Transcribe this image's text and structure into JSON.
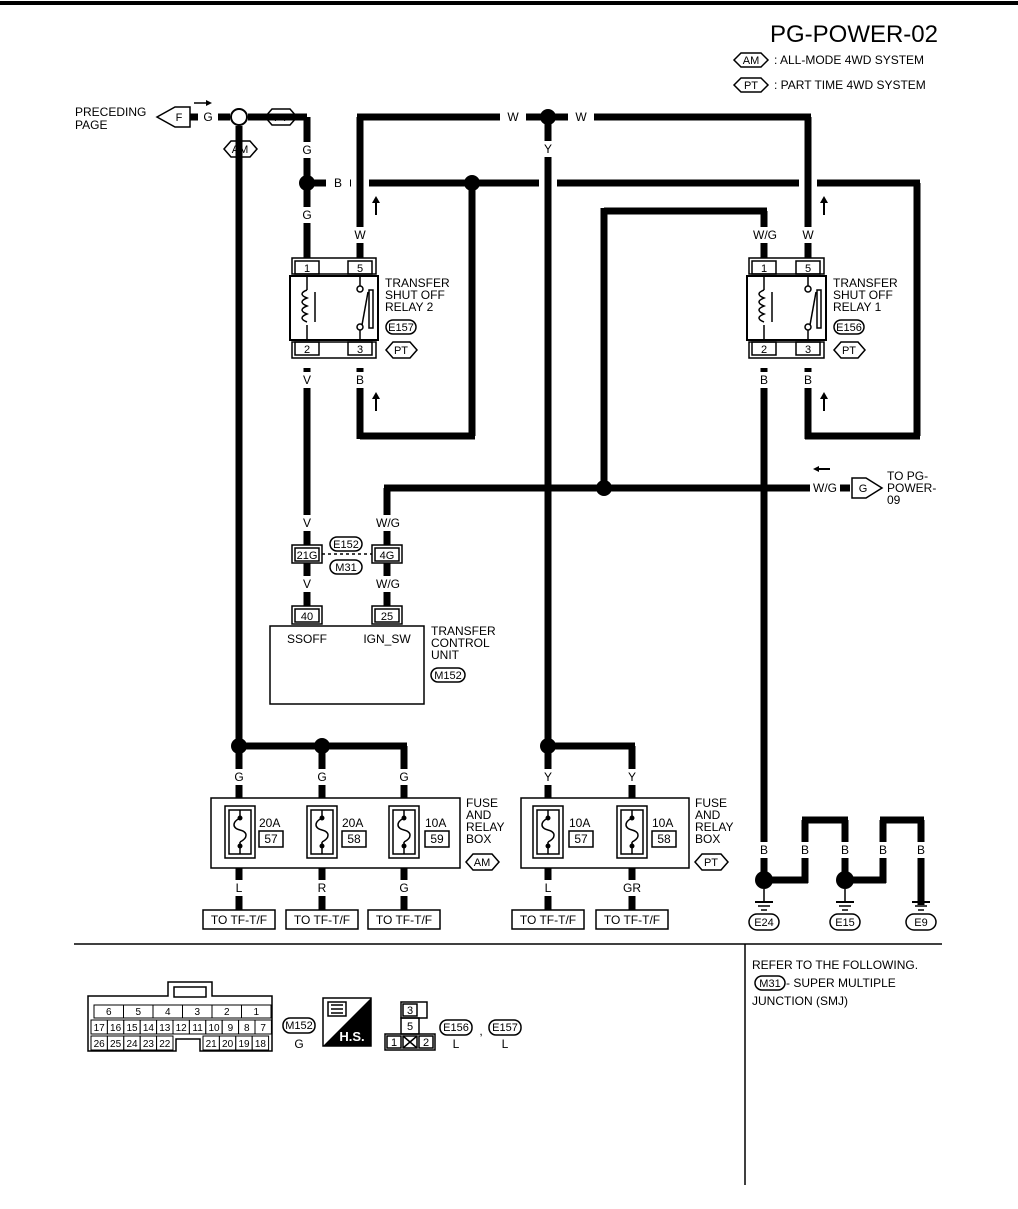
{
  "title": "PG-POWER-02",
  "legend": [
    {
      "tag": "AM",
      "text": ": ALL-MODE 4WD SYSTEM"
    },
    {
      "tag": "PT",
      "text": ": PART TIME 4WD SYSTEM"
    }
  ],
  "preceding": {
    "line1": "PRECEDING",
    "line2": "PAGE",
    "tag": "F"
  },
  "to_page": {
    "line1": "TO PG-",
    "line2": "POWER-",
    "line3": "09",
    "tag": "G"
  },
  "wire_colors": {
    "g": "G",
    "w": "W",
    "y": "Y",
    "b": "B",
    "v": "V",
    "wg": "W/G",
    "l": "L",
    "r": "R",
    "gr": "GR"
  },
  "tags": {
    "am": "AM",
    "pt": "PT"
  },
  "relay2": {
    "name": [
      "TRANSFER",
      "SHUT OFF",
      "RELAY 2"
    ],
    "connector": "E157",
    "pins": [
      "1",
      "5",
      "2",
      "3"
    ]
  },
  "relay1": {
    "name": [
      "TRANSFER",
      "SHUT OFF",
      "RELAY 1"
    ],
    "connector": "E156",
    "pins": [
      "1",
      "5",
      "2",
      "3"
    ]
  },
  "joint": {
    "pin_a": "21G",
    "pin_b": "4G",
    "conn_top": "E152",
    "conn_bottom": "M31"
  },
  "tcu": {
    "name": [
      "TRANSFER",
      "CONTROL",
      "UNIT"
    ],
    "connector": "M152",
    "pins": [
      {
        "pin": "40",
        "label": "SSOFF"
      },
      {
        "pin": "25",
        "label": "IGN_SW"
      }
    ]
  },
  "fuse_box_am": {
    "name": [
      "FUSE",
      "AND",
      "RELAY",
      "BOX"
    ],
    "tag": "AM",
    "fuses": [
      {
        "rating": "20A",
        "num": "57",
        "in": "G",
        "out": "L"
      },
      {
        "rating": "20A",
        "num": "58",
        "in": "G",
        "out": "R"
      },
      {
        "rating": "10A",
        "num": "59",
        "in": "G",
        "out": "G"
      }
    ]
  },
  "fuse_box_pt": {
    "name": [
      "FUSE",
      "AND",
      "RELAY",
      "BOX"
    ],
    "tag": "PT",
    "fuses": [
      {
        "rating": "10A",
        "num": "57",
        "in": "Y",
        "out": "L"
      },
      {
        "rating": "10A",
        "num": "58",
        "in": "Y",
        "out": "GR"
      }
    ]
  },
  "destinations": [
    "TO TF-T/F",
    "TO TF-T/F",
    "TO TF-T/F",
    "TO TF-T/F",
    "TO TF-T/F"
  ],
  "grounds": [
    "E24",
    "E15",
    "E9"
  ],
  "refer": {
    "line1": "REFER TO THE FOLLOWING.",
    "conn": "M31",
    "line2": " - SUPER MULTIPLE",
    "line3": "JUNCTION (SMJ)"
  },
  "connector_views": {
    "m152": {
      "label": "M152",
      "color": "G",
      "row1": [
        "6",
        "5",
        "4",
        "3",
        "2",
        "1"
      ],
      "row2": [
        "17",
        "16",
        "15",
        "14",
        "13",
        "12",
        "11",
        "10",
        "9",
        "8",
        "7"
      ],
      "row3": [
        "26",
        "25",
        "24",
        "23",
        "22",
        "21",
        "20",
        "19",
        "18"
      ]
    },
    "hs": "H.S.",
    "relay_conn": {
      "pins": [
        "3",
        "5",
        "1",
        "2"
      ],
      "conn_a": "E156",
      "conn_b": "E157",
      "color_a": "L",
      "color_b": "L",
      "comma": ","
    }
  }
}
